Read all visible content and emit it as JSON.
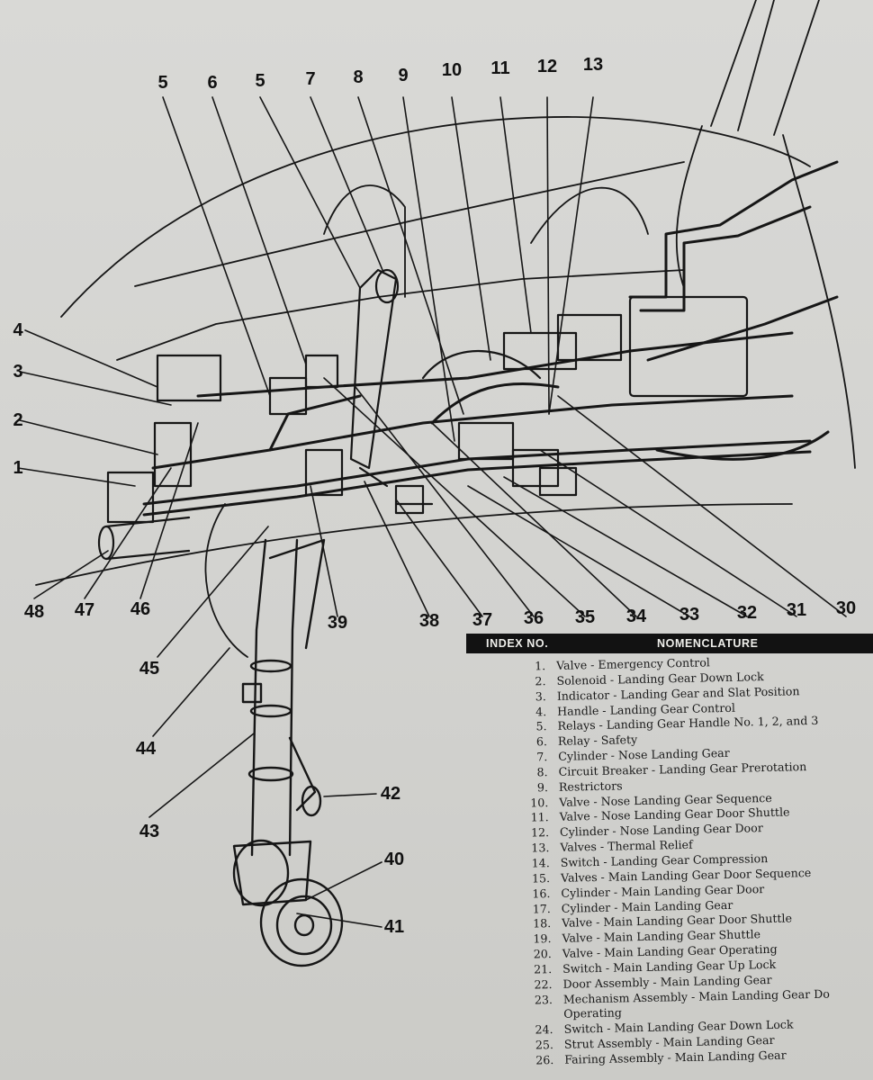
{
  "callouts": [
    "5",
    "6",
    "5",
    "7",
    "8",
    "9",
    "10",
    "11",
    "12",
    "13",
    "4",
    "3",
    "2",
    "1",
    "48",
    "47",
    "46",
    "45",
    "44",
    "43",
    "42",
    "40",
    "41",
    "39",
    "38",
    "37",
    "36",
    "35",
    "34",
    "33",
    "32",
    "31",
    "30"
  ],
  "table": {
    "header_index": "INDEX NO.",
    "header_nomenclature": "NOMENCLATURE",
    "rows": [
      {
        "num": "1.",
        "desc": "Valve - Emergency Control"
      },
      {
        "num": "2.",
        "desc": "Solenoid - Landing Gear Down Lock"
      },
      {
        "num": "3.",
        "desc": "Indicator - Landing Gear and Slat Position"
      },
      {
        "num": "4.",
        "desc": "Handle - Landing Gear Control"
      },
      {
        "num": "5.",
        "desc": "Relays - Landing Gear Handle No. 1, 2, and 3"
      },
      {
        "num": "6.",
        "desc": "Relay - Safety"
      },
      {
        "num": "7.",
        "desc": "Cylinder - Nose Landing Gear"
      },
      {
        "num": "8.",
        "desc": "Circuit Breaker - Landing Gear Prerotation"
      },
      {
        "num": "9.",
        "desc": "Restrictors"
      },
      {
        "num": "10.",
        "desc": "Valve - Nose Landing Gear Sequence"
      },
      {
        "num": "11.",
        "desc": "Valve - Nose Landing Gear Door Shuttle"
      },
      {
        "num": "12.",
        "desc": "Cylinder - Nose Landing Gear Door"
      },
      {
        "num": "13.",
        "desc": "Valves - Thermal Relief"
      },
      {
        "num": "14.",
        "desc": "Switch - Landing Gear Compression"
      },
      {
        "num": "15.",
        "desc": "Valves - Main Landing Gear Door Sequence"
      },
      {
        "num": "16.",
        "desc": "Cylinder - Main Landing Gear Door"
      },
      {
        "num": "17.",
        "desc": "Cylinder - Main Landing Gear"
      },
      {
        "num": "18.",
        "desc": "Valve - Main Landing Gear Door Shuttle"
      },
      {
        "num": "19.",
        "desc": "Valve - Main Landing Gear Shuttle"
      },
      {
        "num": "20.",
        "desc": "Valve - Main Landing Gear Operating"
      },
      {
        "num": "21.",
        "desc": "Switch - Main Landing Gear Up Lock"
      },
      {
        "num": "22.",
        "desc": "Door Assembly - Main Landing Gear"
      },
      {
        "num": "23.",
        "desc": "Mechanism Assembly - Main Landing Gear Do"
      },
      {
        "num": "",
        "desc": "Operating"
      },
      {
        "num": "24.",
        "desc": "Switch - Main Landing Gear Down Lock"
      },
      {
        "num": "25.",
        "desc": "Strut Assembly - Main Landing Gear"
      },
      {
        "num": "26.",
        "desc": "Fairing Assembly - Main Landing Gear"
      }
    ]
  }
}
